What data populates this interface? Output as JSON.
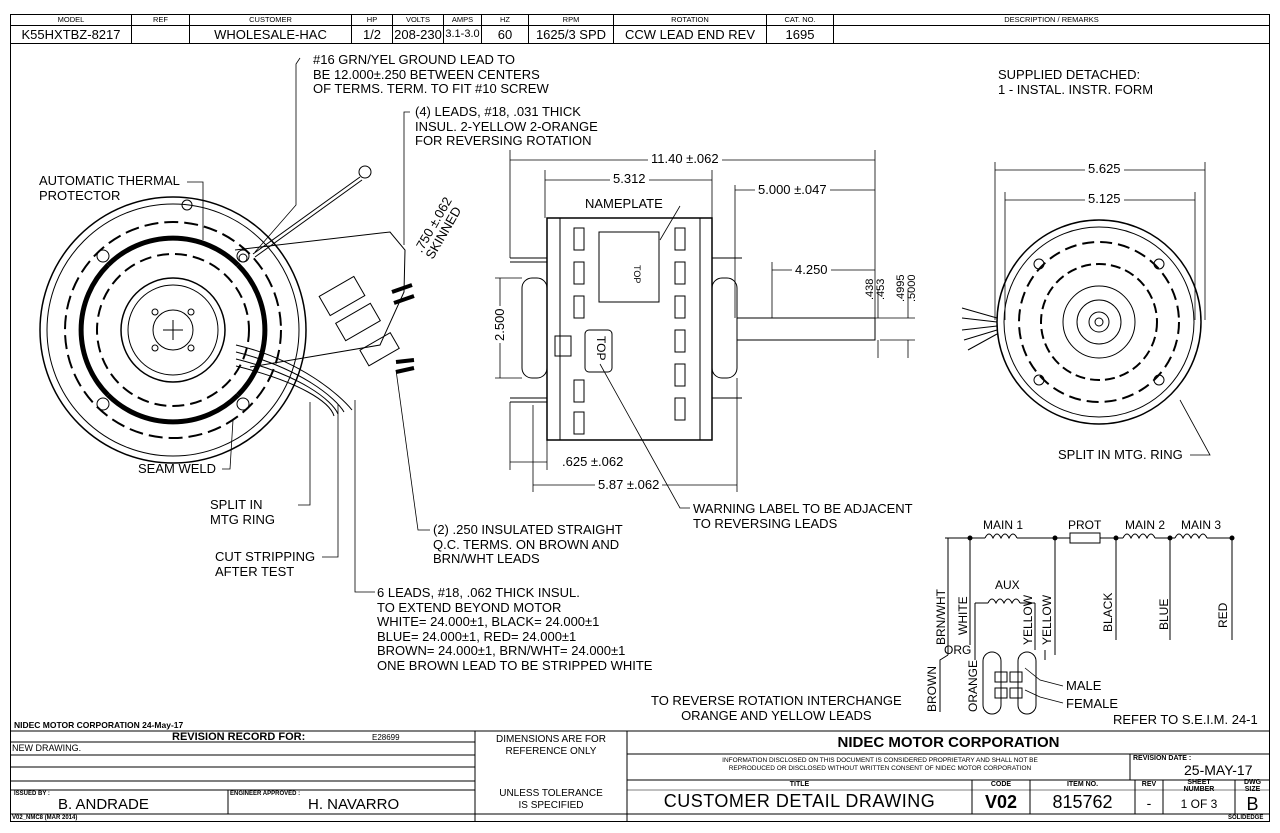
{
  "header": {
    "labels": [
      "MODEL",
      "REF",
      "CUSTOMER",
      "HP",
      "VOLTS",
      "AMPS",
      "HZ",
      "RPM",
      "ROTATION",
      "CAT. NO.",
      "DESCRIPTION / REMARKS"
    ],
    "values": [
      "K55HXTBZ-8217",
      "",
      "WHOLESALE-HAC",
      "1/2",
      "208-230",
      "3.1-3.0",
      "60",
      "1625/3 SPD",
      "CCW LEAD END REV",
      "1695",
      ""
    ]
  },
  "notes": {
    "ground_lead": "#16 GRN/YEL GROUND LEAD TO\nBE 12.000±.250 BETWEEN CENTERS\nOF TERMS. TERM. TO FIT #10 SCREW",
    "leads4": "(4) LEADS, #18, .031 THICK\nINSUL. 2-YELLOW 2-ORANGE\nFOR REVERSING ROTATION",
    "supplied": "SUPPLIED DETACHED:\n1 - INSTAL. INSTR. FORM",
    "thermal": "AUTOMATIC THERMAL\nPROTECTOR",
    "skinned": ".750 ±.062\nSKINNED",
    "nameplate": "NAMEPLATE",
    "top_small": "TOP",
    "top_label": "TOP",
    "seam_weld": "SEAM WELD",
    "split_mtg": "SPLIT IN\nMTG RING",
    "cut_strip": "CUT STRIPPING\nAFTER TEST",
    "qc_terms": "(2) .250 INSULATED STRAIGHT\nQ.C. TERMS. ON BROWN AND\nBRN/WHT LEADS",
    "leads6": "6 LEADS, #18, .062 THICK INSUL.\nTO EXTEND BEYOND MOTOR\nWHITE= 24.000±1, BLACK= 24.000±1\nBLUE= 24.000±1, RED= 24.000±1\nBROWN= 24.000±1, BRN/WHT= 24.000±1\nONE BROWN LEAD TO BE STRIPPED WHITE",
    "warning": "WARNING LABEL TO BE ADJACENT\nTO REVERSING LEADS",
    "split_ring": "SPLIT IN MTG. RING",
    "reverse": "TO REVERSE ROTATION INTERCHANGE\nORANGE AND YELLOW LEADS",
    "refer": "REFER TO S.E.I.M. 24-1",
    "male": "MALE",
    "female": "FEMALE"
  },
  "dims": {
    "d1140": "11.40 ±.062",
    "d5312": "5.312",
    "d5000": "5.000 ±.047",
    "d4250": "4.250",
    "d438": ".438\n.453",
    "d4995": ".4995\n.5000",
    "d2500": "2.500",
    "d625": ".625 ±.062",
    "d587": "5.87 ±.062",
    "d5625": "5.625",
    "d5125": "5.125"
  },
  "schematic": {
    "main1": "MAIN 1",
    "prot": "PROT",
    "main2": "MAIN 2",
    "main3": "MAIN 3",
    "aux": "AUX",
    "brnwht": "BRN/WHT",
    "white": "WHITE",
    "yellow1": "YELLOW",
    "yellow2": "YELLOW",
    "black": "BLACK",
    "blue": "BLUE",
    "red": "RED",
    "org": "ORG",
    "brown": "BROWN",
    "orange": "ORANGE"
  },
  "title_block": {
    "corp_date": "NIDEC MOTOR CORPORATION 24-May-17",
    "revision_record": "REVISION RECORD FOR:",
    "ecn": "E28699",
    "new_drawing": "NEW DRAWING.",
    "dims_ref": "DIMENSIONS ARE FOR\nREFERENCE ONLY",
    "tolerance": "UNLESS TOLERANCE\nIS SPECIFIED",
    "company": "NIDEC MOTOR CORPORATION",
    "proprietary": "INFORMATION DISCLOSED ON THIS DOCUMENT IS CONSIDERED PROPRIETARY AND SHALL NOT BE\nREPRODUCED OR DISCLOSED WITHOUT WRITTEN CONSENT OF NIDEC MOTOR CORPORATION",
    "rev_date_label": "REVISION DATE :",
    "rev_date": "25-MAY-17",
    "issued_by_label": "ISSUED BY :",
    "issued_by": "B. ANDRADE",
    "engineer_label": "ENGINEER APPROVED :",
    "engineer": "H. NAVARRO",
    "title_label": "TITLE",
    "title": "CUSTOMER DETAIL DRAWING",
    "code_label": "CODE",
    "code": "V02",
    "item_label": "ITEM NO.",
    "item": "815762",
    "rev_label": "REV",
    "rev": "-",
    "sheet_label": "SHEET\nNUMBER",
    "sheet": "1 OF 3",
    "size_label": "DWG\nSIZE",
    "size": "B",
    "form_no": "V02_NMC8 (MAR 2014)",
    "software": "SOLIDEDGE"
  }
}
